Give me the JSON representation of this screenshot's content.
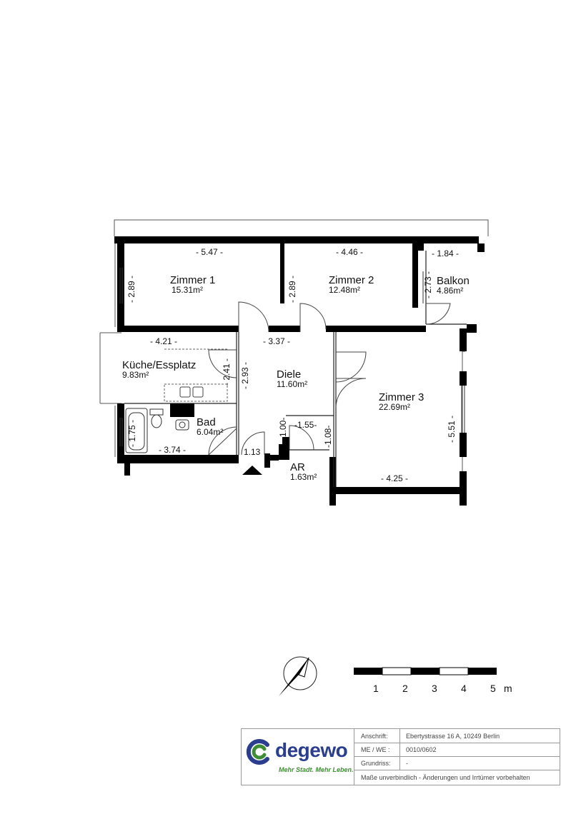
{
  "rooms": [
    {
      "id": "zimmer1",
      "name": "Zimmer 1",
      "area": "15.31m²"
    },
    {
      "id": "zimmer2",
      "name": "Zimmer 2",
      "area": "12.48m²"
    },
    {
      "id": "balkon",
      "name": "Balkon",
      "area": "4.86m²"
    },
    {
      "id": "kueche",
      "name": "Küche/Essplatz",
      "area": "9.83m²"
    },
    {
      "id": "diele",
      "name": "Diele",
      "area": "11.60m²"
    },
    {
      "id": "zimmer3",
      "name": "Zimmer 3",
      "area": "22.69m²"
    },
    {
      "id": "bad",
      "name": "Bad",
      "area": "6.04m²"
    },
    {
      "id": "ar",
      "name": "AR",
      "area": "1.63m²"
    }
  ],
  "dimensions": {
    "zimmer1_width": "- 5.47 -",
    "zimmer1_depth": "- 2.89 -",
    "zimmer2_width": "- 4.46 -",
    "zimmer2_depth": "- 2.89 -",
    "balkon_width": "- 1.84 -",
    "balkon_depth": "- 2.73 -",
    "kueche_width": "- 4.21 -",
    "kueche_depth": "- 2.41 -",
    "diele_width": "- 3.37 -",
    "diele_depth": "- 2.93 -",
    "zimmer3_width": "- 4.25 -",
    "zimmer3_depth": "- 5.51 -",
    "bad_width": "- 3.74 -",
    "bad_depth": "- 1.75 -",
    "ar_width": "-1.55-",
    "ar_depth_left": "-1.00-",
    "ar_depth_right": "-1.08-",
    "entry_width": "1.13"
  },
  "scale_bar": {
    "labels": [
      "1",
      "2",
      "3",
      "4",
      "5"
    ],
    "unit": "m"
  },
  "title_block": {
    "brand": "degewo",
    "tagline": "Mehr Stadt. Mehr Leben.",
    "address_label": "Anschrift:",
    "address_value": "Ebertystrasse 16 A, 10249 Berlin",
    "unit_label": "ME / WE :",
    "unit_value": "0010/0602",
    "plan_label": "Grundriss:",
    "plan_value": "-",
    "disclaimer": "Maße unverbindlich - Änderungen und Irrtümer vorbehalten"
  },
  "colors": {
    "wall": "#000000",
    "thin_line": "#444444",
    "brand_blue": "#2a3d8f",
    "brand_green": "#3f8e35"
  }
}
